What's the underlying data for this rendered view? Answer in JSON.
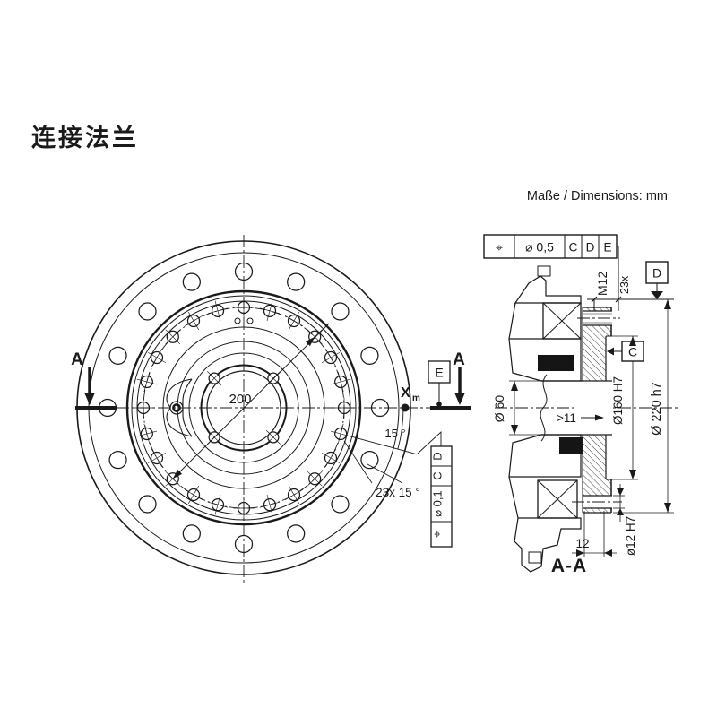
{
  "title": "连接法兰",
  "units_note": "Maße / Dimensions: mm",
  "front": {
    "cut_left": "A",
    "cut_right": "A",
    "datum_e": "E",
    "x_label": "X",
    "x_sub": "m",
    "dim_bolt_circle": "200",
    "dim_angle": "15 °",
    "dim_pattern": "23x 15 °",
    "fcf": {
      "sym": "⌖",
      "tol": "⌀ 0,1",
      "d1": "C",
      "d2": "D"
    }
  },
  "section": {
    "label": "A-A",
    "fcf": {
      "sym": "⌖",
      "tol": "⌀ 0,5",
      "d1": "C",
      "d2": "D",
      "d3": "E"
    },
    "thread": "M12",
    "count": "23x",
    "datum_c": "C",
    "datum_d": "D",
    "dim_bore": "Ø 60",
    "dim_depth": ">11",
    "dim_register": "Ø160 H7",
    "dim_od": "Ø 220 h7",
    "dim_hole_depth": "12",
    "dim_dowel": "ø12 H7"
  }
}
